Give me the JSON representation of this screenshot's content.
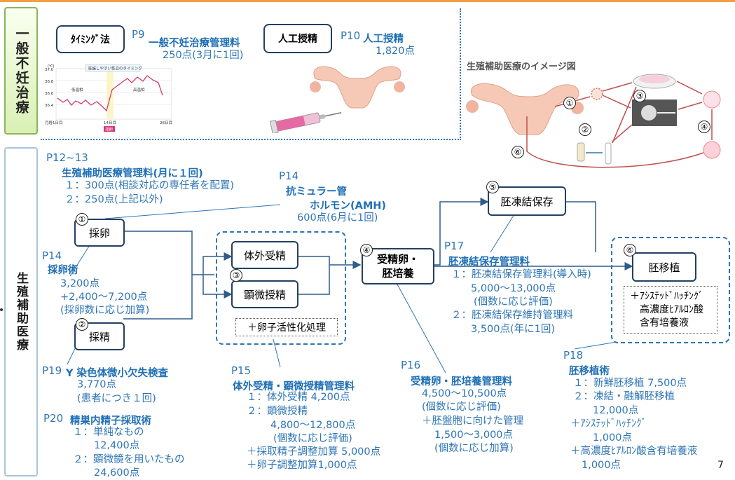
{
  "section1": {
    "label": "一般不妊治療"
  },
  "section2": {
    "label": "生殖補助医療"
  },
  "timing": {
    "box": "ﾀｲﾐﾝｸﾞ法",
    "page": "P9",
    "title": "一般不妊治療管理料",
    "points": "250点(3月に1回)",
    "chart_label": "妊娠しやすい性交のタイミング",
    "low": "低温相",
    "high": "高温相",
    "y_unit": "(℃)",
    "yticks": [
      "37.0",
      "36.8",
      "36.6",
      "36.4"
    ],
    "x1": "月経1日目",
    "x2": "14日目",
    "x3": "28日目",
    "ov": "排卵"
  },
  "ai": {
    "box": "人工授精",
    "page": "P10",
    "title": "人工授精",
    "points": "1,820点"
  },
  "image_title": "生殖補助医療のイメージ図",
  "mgmt": {
    "page": "P12~13",
    "title": "生殖補助医療管理料(月に１回)",
    "l1": "１：300点(相談対応の専任者を配置)",
    "l2": "２：250点(上記以外)"
  },
  "amh": {
    "page": "P14",
    "t1": "抗ミュラー管",
    "t2": "ホルモン(AMH)",
    "points": "600点(6月に1回)"
  },
  "egg": {
    "num": "①",
    "box": "採卵",
    "page": "P14",
    "title": "採卵術",
    "l1": "3,200点",
    "l2": "+2,400～7,200点",
    "l3": "(採卵数に応じ加算)"
  },
  "sperm": {
    "num": "②",
    "box": "採精"
  },
  "y": {
    "page": "P19",
    "title": "Y 染色体微小欠失検査",
    "l1": "3,770点",
    "l2": "(患者につき１回)"
  },
  "testis": {
    "page": "P20",
    "title": "精巣内精子採取術",
    "l1": "１：単純なもの",
    "l2": "12,400点",
    "l3": "２：顕微鏡を用いたもの",
    "l4": "24,600点"
  },
  "ivf": {
    "num": "③",
    "box1": "体外受精",
    "box2": "顕微授精",
    "act": "＋卵子活性化処理"
  },
  "p15": {
    "page": "P15",
    "title": "体外受精・顕微授精管理料",
    "l1": "１：体外受精 4,200点",
    "l2": "２：顕微授精",
    "l3": "4,800～12,800点",
    "l4": "(個数に応じ評価)",
    "l5": "＋採取精子調整加算 5,000点",
    "l6": "＋卵子調整加算1,000点"
  },
  "culture": {
    "num": "④",
    "box": "受精卵・\n胚培養"
  },
  "p16": {
    "page": "P16",
    "title": "受精卵・胚培養管理料",
    "l1": "4,500～10,500点",
    "l2": "(個数に応じ評価)",
    "l3": "＋胚盤胞に向けた管理",
    "l4": "1,500～3,000点",
    "l5": "(個数に応じ加算)"
  },
  "frozen": {
    "num": "⑤",
    "box": "胚凍結保存"
  },
  "p17": {
    "page": "P17",
    "title": "胚凍結保存管理料",
    "l1": "１：胚凍結保存管理料(導入時)",
    "l2": "5,000～13,000点",
    "l3": "(個数に応じ評価)",
    "l4": "２：胚凍結保存維持管理料",
    "l5": "3,500点(年に1回)"
  },
  "transfer": {
    "num": "⑥",
    "box": "胚移植",
    "o1": "＋ｱｼｽﾃｯﾄﾞﾊｯﾁﾝｸﾞ",
    "o2": "高濃度ﾋｱﾙﾛﾝ酸",
    "o3": "含有培養液"
  },
  "p18": {
    "page": "P18",
    "title": "胚移植術",
    "l1": "１：新鮮胚移植 7,500点",
    "l2": "２：凍結・融解胚移植",
    "l3": "12,000点",
    "l4": "＋ｱｼｽﾃｯﾄﾞﾊｯﾁﾝｸﾞ",
    "l5": "1,000点",
    "l6": "＋高濃度ﾋｱﾙﾛﾝ酸含有培養液",
    "l7": "1,000点"
  },
  "img_nums": [
    "①",
    "②",
    "③",
    "④",
    "⑥"
  ],
  "page_number": "7",
  "colors": {
    "accent": "#2e75b6",
    "dark": "#243f60",
    "green": "#8ab55a",
    "orange": "#f0a040"
  }
}
